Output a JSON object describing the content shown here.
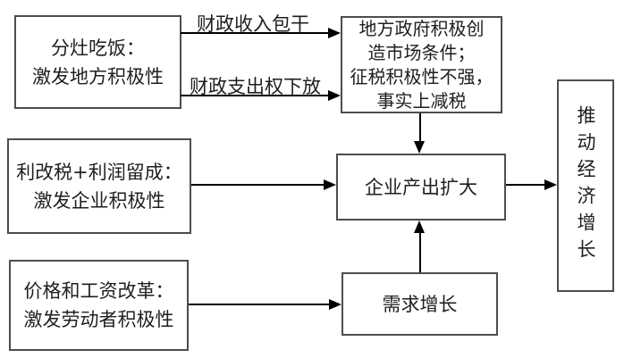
{
  "diagram": {
    "boxes": {
      "fiscal_reform": {
        "line1": "分灶吃饭：",
        "line2": "激发地方积极性"
      },
      "tax_profit_reform": {
        "line1": "利改税+利润留成：",
        "line2": "激发企业积极性"
      },
      "price_wage_reform": {
        "line1": "价格和工资改革：",
        "line2": "激发劳动者积极性"
      },
      "local_government": {
        "line1": "地方政府积极创",
        "line2": "造市场条件；",
        "line3": "征税积极性不强，",
        "line4": "事实上减税"
      },
      "enterprise_output": {
        "label": "企业产出扩大"
      },
      "demand_growth": {
        "label": "需求增长"
      },
      "economic_growth": {
        "label": "推动经济增长"
      }
    },
    "arrow_labels": {
      "fiscal_revenue": "财政收入包干",
      "fiscal_expenditure": "财政支出权下放"
    },
    "colors": {
      "background": "#ffffff",
      "border": "#4d4d4d",
      "text": "#1f1f1f",
      "arrow": "#000000"
    }
  }
}
